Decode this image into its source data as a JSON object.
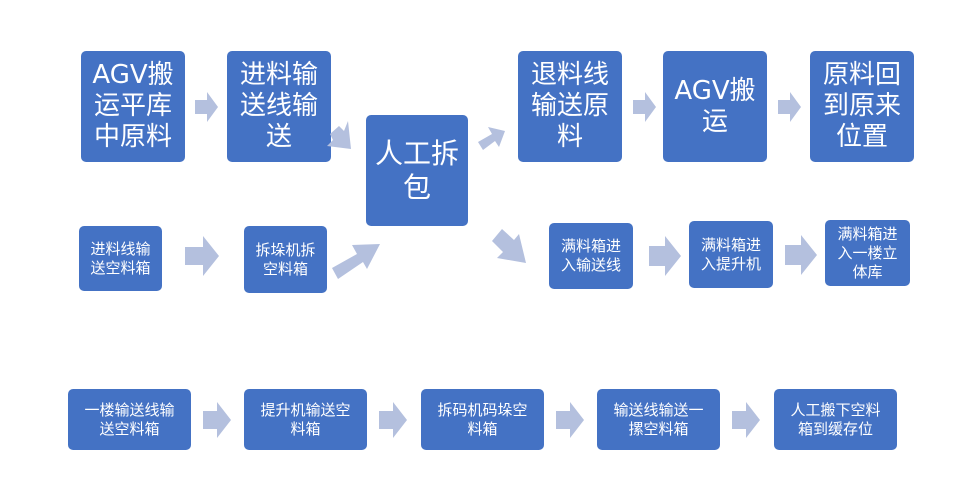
{
  "diagram": {
    "nodes": {
      "n1": "AGV搬\n运平库\n中原料",
      "n2": "进料输\n送线输\n送",
      "n3": "人工拆\n包",
      "n4": "退料线\n输送原\n料",
      "n5": "AGV搬\n运",
      "n6": "原料回\n到原来\n位置",
      "n7": "进料线输\n送空料箱",
      "n8": "拆垛机拆\n空料箱",
      "n9": "满料箱进\n入输送线",
      "n10": "满料箱进\n入提升机",
      "n11": "满料箱进\n入一楼立\n体库",
      "n12": "一楼输送线输\n送空料箱",
      "n13": "提升机输送空\n料箱",
      "n14": "拆码机码垛空\n料箱",
      "n15": "输送线输送一\n摞空料箱",
      "n16": "人工搬下空料\n箱到缓存位"
    },
    "edges": [
      [
        "n1",
        "n2"
      ],
      [
        "n2",
        "n3"
      ],
      [
        "n3",
        "n4"
      ],
      [
        "n4",
        "n5"
      ],
      [
        "n5",
        "n6"
      ],
      [
        "n7",
        "n8"
      ],
      [
        "n8",
        "n3"
      ],
      [
        "n3",
        "n9"
      ],
      [
        "n9",
        "n10"
      ],
      [
        "n10",
        "n11"
      ],
      [
        "n12",
        "n13"
      ],
      [
        "n13",
        "n14"
      ],
      [
        "n14",
        "n15"
      ],
      [
        "n15",
        "n16"
      ]
    ],
    "colors": {
      "node": "#4472c4",
      "arrow": "#b4c0de",
      "text": "#ffffff"
    }
  }
}
